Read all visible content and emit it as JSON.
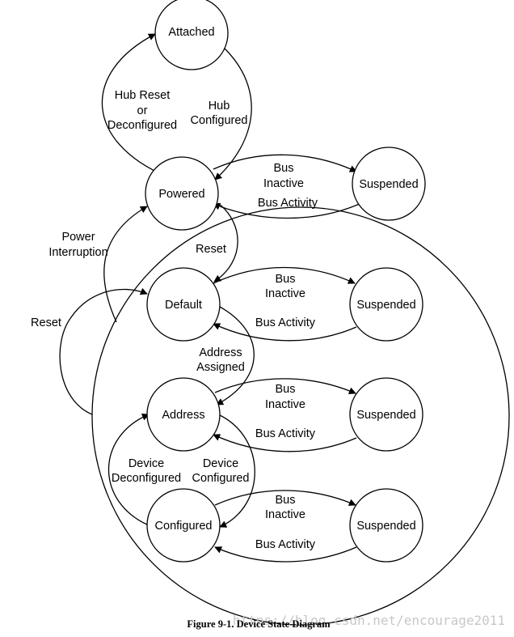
{
  "states": {
    "attached": "Attached",
    "powered": "Powered",
    "default": "Default",
    "address": "Address",
    "configured": "Configured",
    "suspended": "Suspended"
  },
  "labels": {
    "hub_reset_1": "Hub Reset",
    "hub_reset_2": "or",
    "hub_reset_3": "Deconfigured",
    "hub_configured_1": "Hub",
    "hub_configured_2": "Configured",
    "bus_1": "Bus",
    "inactive": "Inactive",
    "bus_activity": "Bus Activity",
    "power_1": "Power",
    "power_2": "Interruption",
    "reset": "Reset",
    "address_assigned_1": "Address",
    "address_assigned_2": "Assigned",
    "device_1": "Device",
    "deconfigured": "Deconfigured",
    "configured": "Configured"
  },
  "caption": "Figure 9-1.  Device State Diagram",
  "watermark": "https://blog.csdn.net/encourage2011"
}
